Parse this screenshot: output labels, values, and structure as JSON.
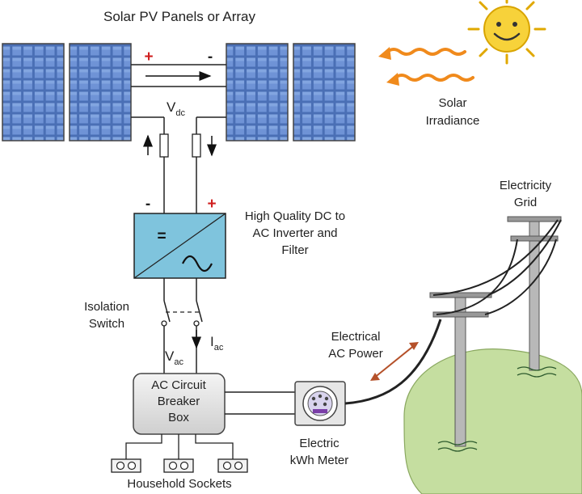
{
  "title": "Solar PV Panels or Array",
  "irradiance": {
    "line1": "Solar",
    "line2": "Irradiance"
  },
  "vdc": {
    "main": "V",
    "sub": "dc"
  },
  "polarity": {
    "plus": "+",
    "minus": "-"
  },
  "inverter": {
    "line1": "High Quality DC to",
    "line2": "AC Inverter and",
    "line3": "Filter",
    "dc_symbol": "="
  },
  "isolation_switch": {
    "line1": "Isolation",
    "line2": "Switch"
  },
  "vac": {
    "main": "V",
    "sub": "ac"
  },
  "iac": {
    "main": "I",
    "sub": "ac"
  },
  "breaker_box": {
    "line1": "AC Circuit",
    "line2": "Breaker",
    "line3": "Box"
  },
  "household_sockets": "Household Sockets",
  "meter": {
    "line1": "Electric",
    "line2": "kWh Meter"
  },
  "ac_power": {
    "line1": "Electrical",
    "line2": "AC Power"
  },
  "grid": {
    "line1": "Electricity",
    "line2": "Grid"
  },
  "colors": {
    "panel_fill": "#4a6fb5",
    "panel_cell": "#6f93d6",
    "inverter_fill": "#7fc4dd",
    "irradiance_arrow": "#f08a1c",
    "sun": "#f7d23a",
    "ground": "#c5dea0",
    "ac_power_arrow": "#b5512a"
  }
}
